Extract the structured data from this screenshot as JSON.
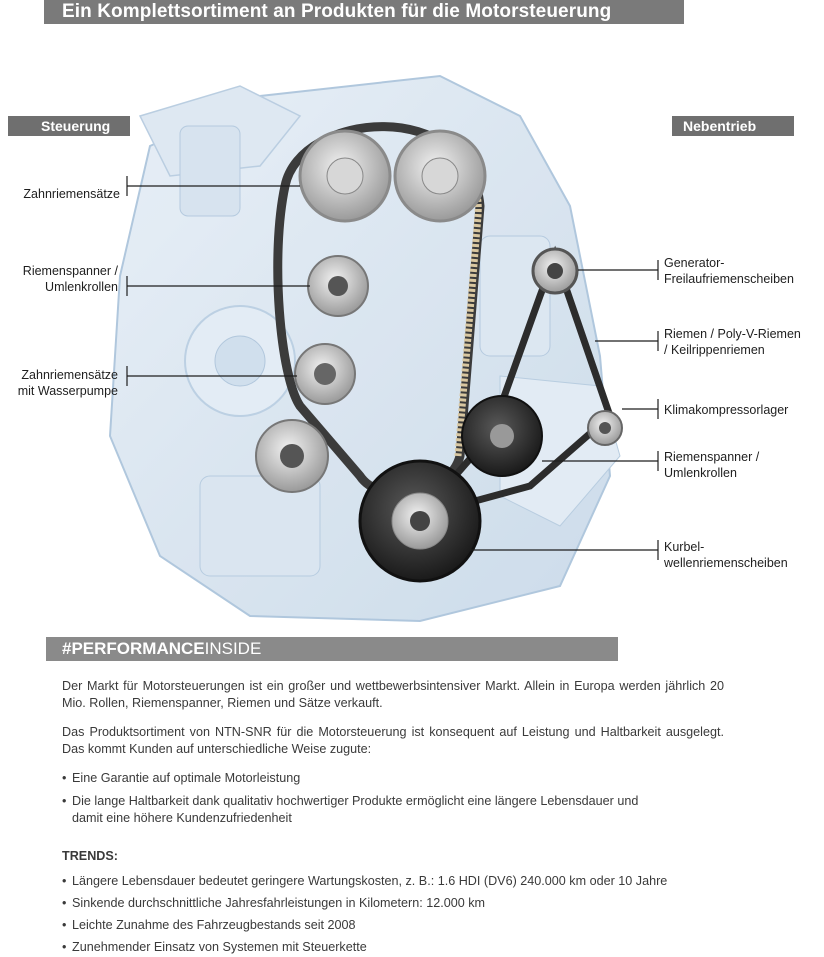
{
  "header": {
    "title": "Ein Komplettsortiment an Produkten für die Motorsteuerung"
  },
  "sections": {
    "left_label": "Steuerung",
    "right_label": "Nebentrieb"
  },
  "callouts_left": [
    {
      "lines": [
        "Zahnriemensätze"
      ]
    },
    {
      "lines": [
        "Riemenspanner /",
        "Umlenkrollen"
      ]
    },
    {
      "lines": [
        "Zahnriemensätze",
        "mit Wasserpumpe"
      ]
    }
  ],
  "callouts_right": [
    {
      "lines": [
        "Generator-",
        "Freilaufriemenscheiben"
      ]
    },
    {
      "lines": [
        "Riemen / Poly-V-Riemen",
        "/ Keilrippenriemen"
      ]
    },
    {
      "lines": [
        "Klimakompressorlager"
      ]
    },
    {
      "lines": [
        "Riemenspanner /",
        "Umlenkrollen"
      ]
    },
    {
      "lines": [
        "Kurbel-",
        "wellenriemenscheiben"
      ]
    }
  ],
  "performance": {
    "bold": "#PERFORMANCE",
    "light": "INSIDE"
  },
  "paragraphs": [
    "Der Markt für Motorsteuerungen ist ein großer und wettbewerbsintensiver Markt. Allein in Europa werden jährlich 20 Mio. Rollen, Riemenspanner, Riemen und Sätze verkauft.",
    "Das Produktsortiment von NTN-SNR für die Motorsteuerung ist konsequent auf Leistung und Haltbarkeit ausgelegt. Das kommt Kunden auf unterschiedliche Weise zugute:"
  ],
  "benefits": [
    {
      "line1": "Eine Garantie auf optimale Motorleistung",
      "line2": ""
    },
    {
      "line1": "Die lange Haltbarkeit dank qualitativ hochwertiger Produkte ermöglicht eine längere Lebensdauer und",
      "line2": "damit eine höhere Kundenzufriedenheit"
    }
  ],
  "trends": {
    "heading": "TRENDS:",
    "items": [
      "Längere Lebensdauer bedeutet geringere Wartungskosten, z. B.: 1.6 HDI (DV6) 240.000 km oder 10 Jahre",
      "Sinkende durchschnittliche Jahresfahrleistungen in Kilometern: 12.000 km",
      "Leichte Zunahme des Fahrzeugbestands seit 2008",
      "Zunehmender Einsatz von Systemen mit Steuerkette"
    ]
  },
  "bullet_symbol": "•",
  "colors": {
    "header_bg": "#7a7a7a",
    "label_bg": "#6f6f6f",
    "performance_bg": "#8a8a8a",
    "engine_blue": "#9bbad6"
  }
}
